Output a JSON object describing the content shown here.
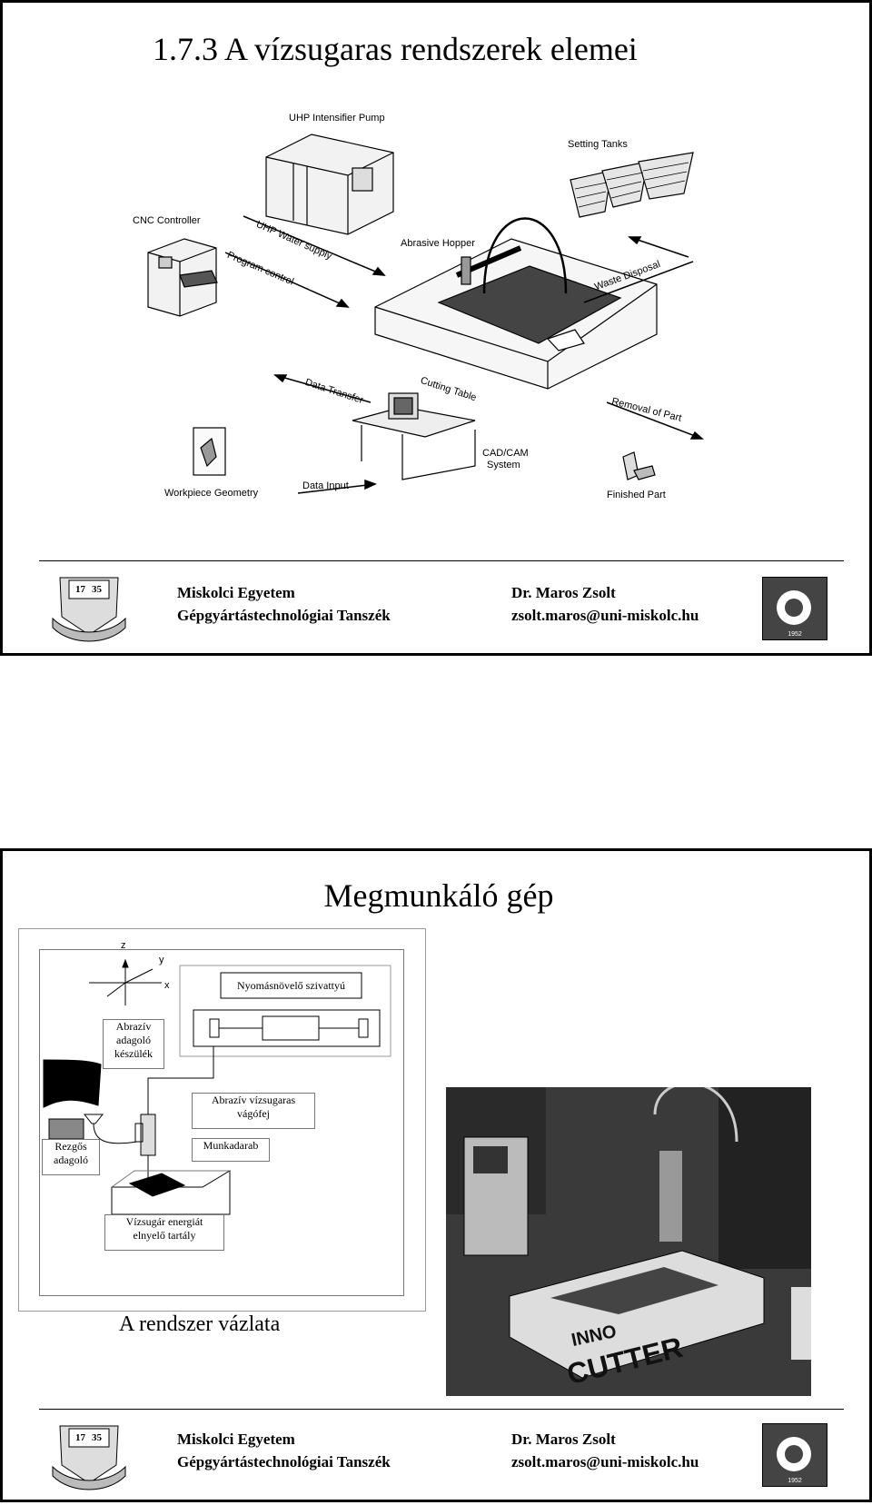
{
  "slide1": {
    "title": "1.7.3  A vízsugaras rendszerek elemei",
    "labels": {
      "uhp_pump": "UHP Intensifier Pump",
      "setting_tanks": "Setting Tanks",
      "cnc": "CNC Controller",
      "uhp_water": "UHP Water supply",
      "abrasive_hopper": "Abrasive Hopper",
      "program_control": "Program  control",
      "waste": "Waste Disposal",
      "data_transfer": "Data Transfer",
      "cutting_table": "Cutting Table",
      "removal": "Removal of Part",
      "cadcam1": "CAD/CAM",
      "cadcam2": "System",
      "workpiece": "Workpiece Geometry",
      "data_input": "Data Input",
      "finished": "Finished Part"
    }
  },
  "slide2": {
    "title": "Megmunkáló gép",
    "axes": {
      "z": "z",
      "y": "y",
      "x": "x"
    },
    "labels": {
      "pump": "Nyomásnövelő szivattyú",
      "abraziv1": "Abrazív",
      "abraziv2": "adagoló",
      "abraziv3": "készülék",
      "head1": "Abrazív vízsugaras",
      "head2": "vágófej",
      "rezgo1": "Rezgős",
      "rezgo2": "adagoló",
      "munkadarab": "Munkadarab",
      "tank1": "Vízsugár energiát",
      "tank2": "elnyelő tartály"
    },
    "caption": "A rendszer vázlata",
    "photo_text1": "INNO",
    "photo_text2": "CUTTER"
  },
  "footer": {
    "univ": "Miskolci Egyetem",
    "dept": "Gépgyártástechnológiai Tanszék",
    "author": "Dr. Maros Zsolt",
    "email": "zsolt.maros@uni-miskolc.hu",
    "seal_year1": "17",
    "seal_year2": "35",
    "logo_year": "1952"
  }
}
